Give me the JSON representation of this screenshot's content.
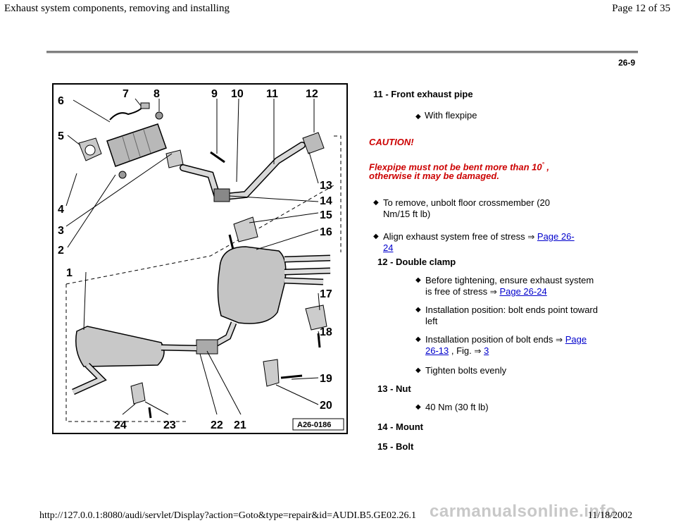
{
  "header": {
    "title": "Exhaust system components, removing and installing",
    "page": "Page 12 of 35"
  },
  "page_number": "26-9",
  "figure": {
    "code": "A26-0186",
    "callouts": [
      "1",
      "2",
      "3",
      "4",
      "5",
      "6",
      "7",
      "8",
      "9",
      "10",
      "11",
      "12",
      "13",
      "14",
      "15",
      "16",
      "17",
      "18",
      "19",
      "20",
      "21",
      "22",
      "23",
      "24"
    ]
  },
  "content": {
    "item11_title": "11 - Front exhaust pipe",
    "item11_bullet": "With flexpipe",
    "caution_label": "CAUTION!",
    "caution_text_1": "Flexpipe must not be bent more than 10",
    "caution_degree": "°",
    "caution_text_2": " ,",
    "caution_text_3": "otherwise it may be damaged.",
    "bullet_remove_1": "To remove, unbolt floor crossmember (20",
    "bullet_remove_2": "Nm/15 ft lb)",
    "bullet_align": "Align exhaust system free of stress",
    "link_page_26_24_a1": "Page 26-",
    "link_page_26_24_a2": "24",
    "item12_title": "12 - Double clamp",
    "item12_b1_1": "Before tightening, ensure exhaust system",
    "item12_b1_2": "is free of stress",
    "link_page_26_24_b": "Page 26-24",
    "item12_b2_1": "Installation position: bolt ends point toward",
    "item12_b2_2": "left",
    "item12_b3": "Installation position of bolt ends",
    "link_page_26_13_a": "Page",
    "link_page_26_13_b": "26-13",
    "fig_text": " , Fig. ",
    "link_fig_3": "3",
    "item12_b4": "Tighten bolts evenly",
    "item13_title": "13 - Nut",
    "item13_bullet": "40 Nm (30 ft lb)",
    "item14_title": "14 - Mount",
    "item15_title": "15 - Bolt"
  },
  "footer": {
    "url": "http://127.0.0.1:8080/audi/servlet/Display?action=Goto&type=repair&id=AUDI.B5.GE02.26.1",
    "date": "11/18/2002",
    "watermark": "carmanualsonline.info"
  }
}
